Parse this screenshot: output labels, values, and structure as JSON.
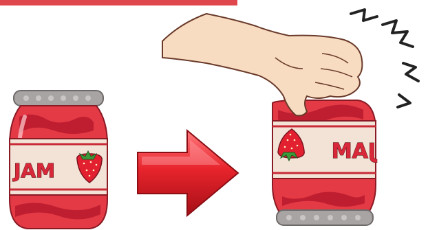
{
  "illustration": {
    "jar_label": "JAM",
    "colors": {
      "jam_red": "#e43a45",
      "jam_dark": "#b5182a",
      "label_cream": "#f2e3d6",
      "lid_gray": "#a9a4a4",
      "arrow_red": "#e2262e",
      "skin": "#f7dcc2",
      "outline": "#6a3a2a"
    },
    "icons": [
      "jam-jar-upright",
      "arrow-right-icon",
      "jam-jar-upside-down",
      "hand-icon",
      "burst-lines-icon"
    ]
  }
}
